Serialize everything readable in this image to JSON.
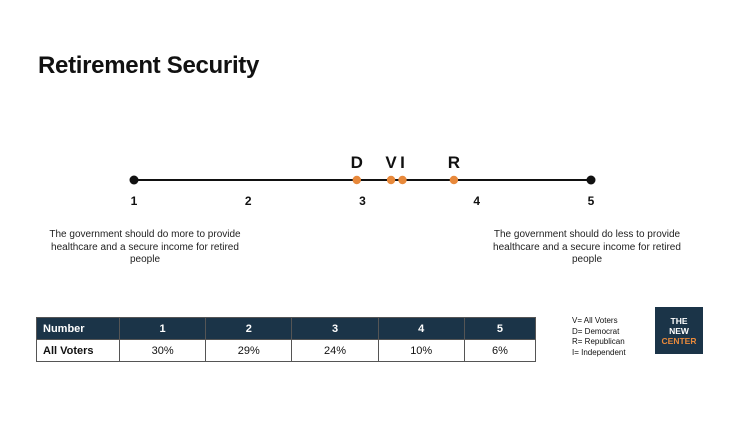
{
  "title": "Retirement Security",
  "chart_data": {
    "type": "scatter",
    "scale": {
      "min": 1,
      "max": 5,
      "ticks": [
        "1",
        "2",
        "3",
        "4",
        "5"
      ]
    },
    "points": [
      {
        "label": "D",
        "value": 2.95
      },
      {
        "label": "V",
        "value": 3.25
      },
      {
        "label": "I",
        "value": 3.35
      },
      {
        "label": "R",
        "value": 3.8
      }
    ],
    "point_color": "#e8893b",
    "left_description": "The government should do more to provide healthcare and a secure income for retired people",
    "right_description": "The government should do less to provide healthcare and a secure income for retired people"
  },
  "table": {
    "header": [
      "Number",
      "1",
      "2",
      "3",
      "4",
      "5"
    ],
    "rows": [
      {
        "label": "All Voters",
        "values": [
          "30%",
          "29%",
          "24%",
          "10%",
          "6%"
        ]
      }
    ]
  },
  "legend": [
    "V= All Voters",
    "D= Democrat",
    "R= Republican",
    "I= Independent"
  ],
  "logo": {
    "line1": "THE",
    "line2": "NEW",
    "line3": "CENTER"
  }
}
